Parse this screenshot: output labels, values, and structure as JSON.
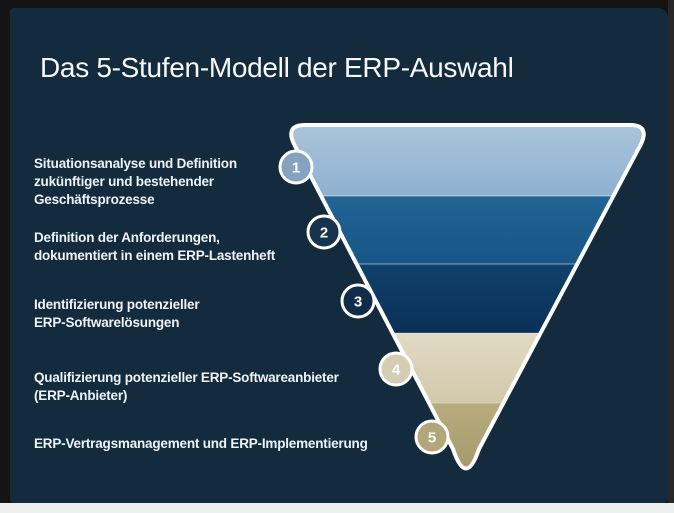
{
  "frame": {
    "outer_bg": "#141414",
    "right_strip_color": "#272727",
    "bottom_strip_color": "#eef0f0",
    "card_bg": "#142a3d"
  },
  "title": {
    "text": "Das 5-Stufen-Modell der ERP-Auswahl",
    "color": "#f6f9fc"
  },
  "funnel": {
    "outline_color": "#ffffff",
    "separator_color": "#ffffff"
  },
  "stages": [
    {
      "num": "1",
      "lines": [
        "Situationsanalyse und Definition",
        "zukünftiger und bestehender",
        "Geschäftsprozesse"
      ],
      "full_label": "Situationsanalyse und Definition zukünftiger und bestehender Geschäftsprozesse",
      "color_top": "#abc4db",
      "color_bottom": "#8db1d0",
      "badge_fill": "#85a3c0",
      "badge_text": "#ffffff"
    },
    {
      "num": "2",
      "lines": [
        "Definition der Anforderungen,",
        "dokumentiert in einem ERP-Lastenheft"
      ],
      "full_label": "Definition der Anforderungen, dokumentiert in einem ERP-Lastenheft",
      "color_top": "#226494",
      "color_bottom": "#175687",
      "badge_fill": "#17344f",
      "badge_text": "#ffffff"
    },
    {
      "num": "3",
      "lines": [
        "Identifizierung potenzieller",
        "ERP-Softwarelösungen"
      ],
      "full_label": "Identifizierung potenzieller ERP-Softwarelösungen",
      "color_top": "#11416b",
      "color_bottom": "#0a3057",
      "badge_fill": "#112c4a",
      "badge_text": "#ffffff"
    },
    {
      "num": "4",
      "lines": [
        "Qualifizierung potenzieller ERP-Softwareanbieter",
        "(ERP-Anbieter)"
      ],
      "full_label": "Qualifizierung potenzieller ERP-Softwareanbieter (ERP-Anbieter)",
      "color_top": "#e1dbc4",
      "color_bottom": "#d2c9ab",
      "badge_fill": "#d5cdb3",
      "badge_text": "#ffffff"
    },
    {
      "num": "5",
      "lines": [
        "ERP-Vertragsmanagement und ERP-Implementierung"
      ],
      "full_label": "ERP-Vertragsmanagement und ERP-Implementierung",
      "color_top": "#b7ac7e",
      "color_bottom": "#a1976a",
      "badge_fill": "#b2a778",
      "badge_text": "#ffffff"
    }
  ]
}
